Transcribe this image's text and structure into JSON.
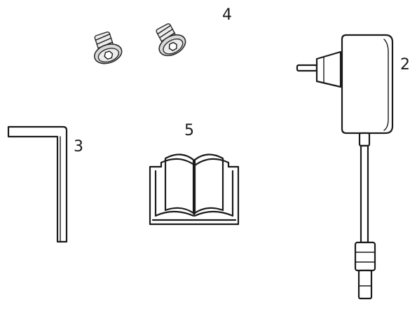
{
  "labels": {
    "screws": "4",
    "adapter": "2",
    "hex_key": "3",
    "manual": "5"
  },
  "icons": [
    "screw-icon",
    "screw-icon",
    "power-adapter-icon",
    "hex-key-icon",
    "manual-book-icon"
  ]
}
